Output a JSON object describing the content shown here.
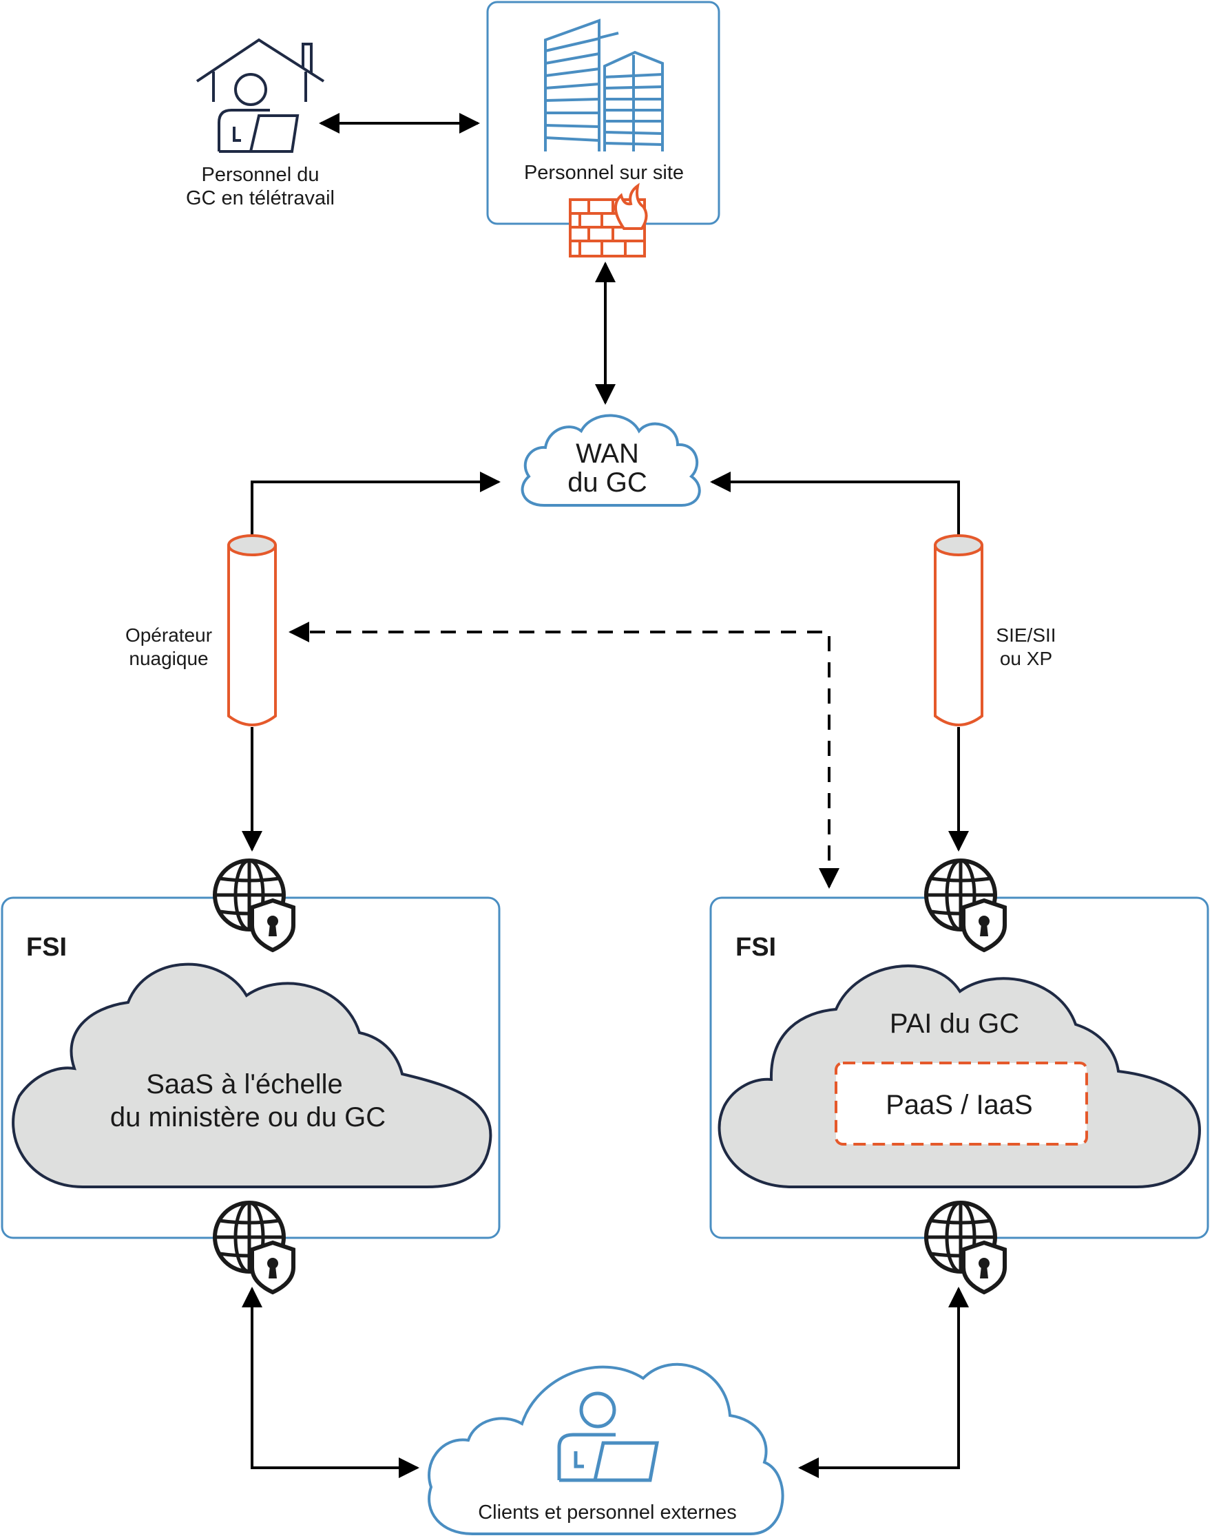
{
  "remote_staff": {
    "line1": "Personnel du",
    "line2": "GC en télétravail"
  },
  "onsite": {
    "label": "Personnel sur site"
  },
  "wan": {
    "line1": "WAN",
    "line2": "du GC"
  },
  "tunnel_left": {
    "line1": "Opérateur",
    "line2": "nuagique"
  },
  "tunnel_right": {
    "line1": "SIE/SII",
    "line2": "ou XP"
  },
  "left_box": {
    "tag": "FSI",
    "line1": "SaaS à l'échelle",
    "line2": "du ministère ou du GC"
  },
  "right_box": {
    "tag": "FSI",
    "title": "PAI du GC",
    "inner": "PaaS / IaaS"
  },
  "external": {
    "label": "Clients et personnel externes"
  },
  "colors": {
    "blue": "#4a8ec2",
    "navy": "#1f2a44",
    "orange": "#e5592b",
    "cloud_fill": "#dedfde",
    "line": "#000000"
  }
}
